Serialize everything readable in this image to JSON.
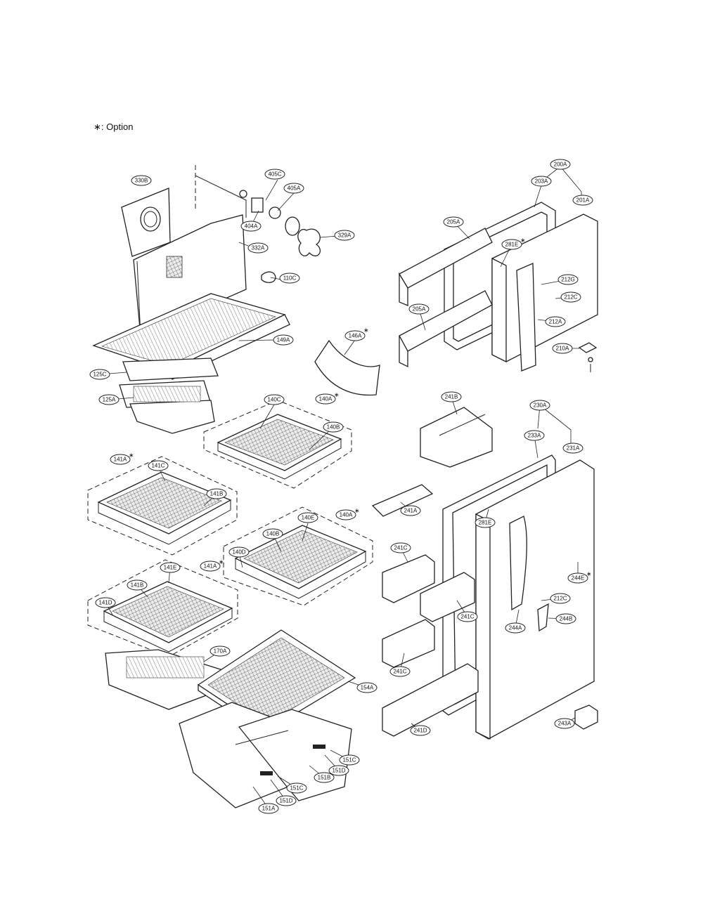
{
  "legend": {
    "symbol": "∗",
    "text": ": Option"
  },
  "labels": {
    "l330B": "330B",
    "l405C": "405C",
    "l405A": "405A",
    "l404A": "404A",
    "l329A": "329A",
    "l332A": "332A",
    "l110C": "110C",
    "l149A": "149A",
    "l125C": "125C",
    "l125A": "125A",
    "l146A": "146A",
    "l140C": "140C",
    "l140A_1": "140A",
    "l140B_1": "140B",
    "l141A_1": "141A",
    "l141C": "141C",
    "l141B_1": "141B",
    "l140E": "140E",
    "l140A_2": "140A",
    "l140B_2": "140B",
    "l140D": "140D",
    "l141E": "141E",
    "l141A_2": "141A",
    "l141B_2": "141B",
    "l141D": "141D",
    "l170A": "170A",
    "l154A": "154A",
    "l151C_1": "151C",
    "l151D_1": "151D",
    "l151B": "151B",
    "l151C_2": "151C",
    "l151D_2": "151D",
    "l151A": "151A",
    "l200A": "200A",
    "l203A": "203A",
    "l201A": "201A",
    "l205A_1": "205A",
    "l281E_1": "281E",
    "l212G": "212G",
    "l212C_1": "212C",
    "l205A_2": "205A",
    "l212A": "212A",
    "l210A": "210A",
    "l241B": "241B",
    "l230A": "230A",
    "l233A": "233A",
    "l231A": "231A",
    "l241A": "241A",
    "l281E_2": "281E",
    "l241C_1": "241C",
    "l241C_2": "241C",
    "l241C_3": "241C",
    "l244E": "244E",
    "l212C_2": "212C",
    "l244B": "244B",
    "l244A": "244A",
    "l241D": "241D",
    "l243A": "243A"
  },
  "option_marker": "∗"
}
